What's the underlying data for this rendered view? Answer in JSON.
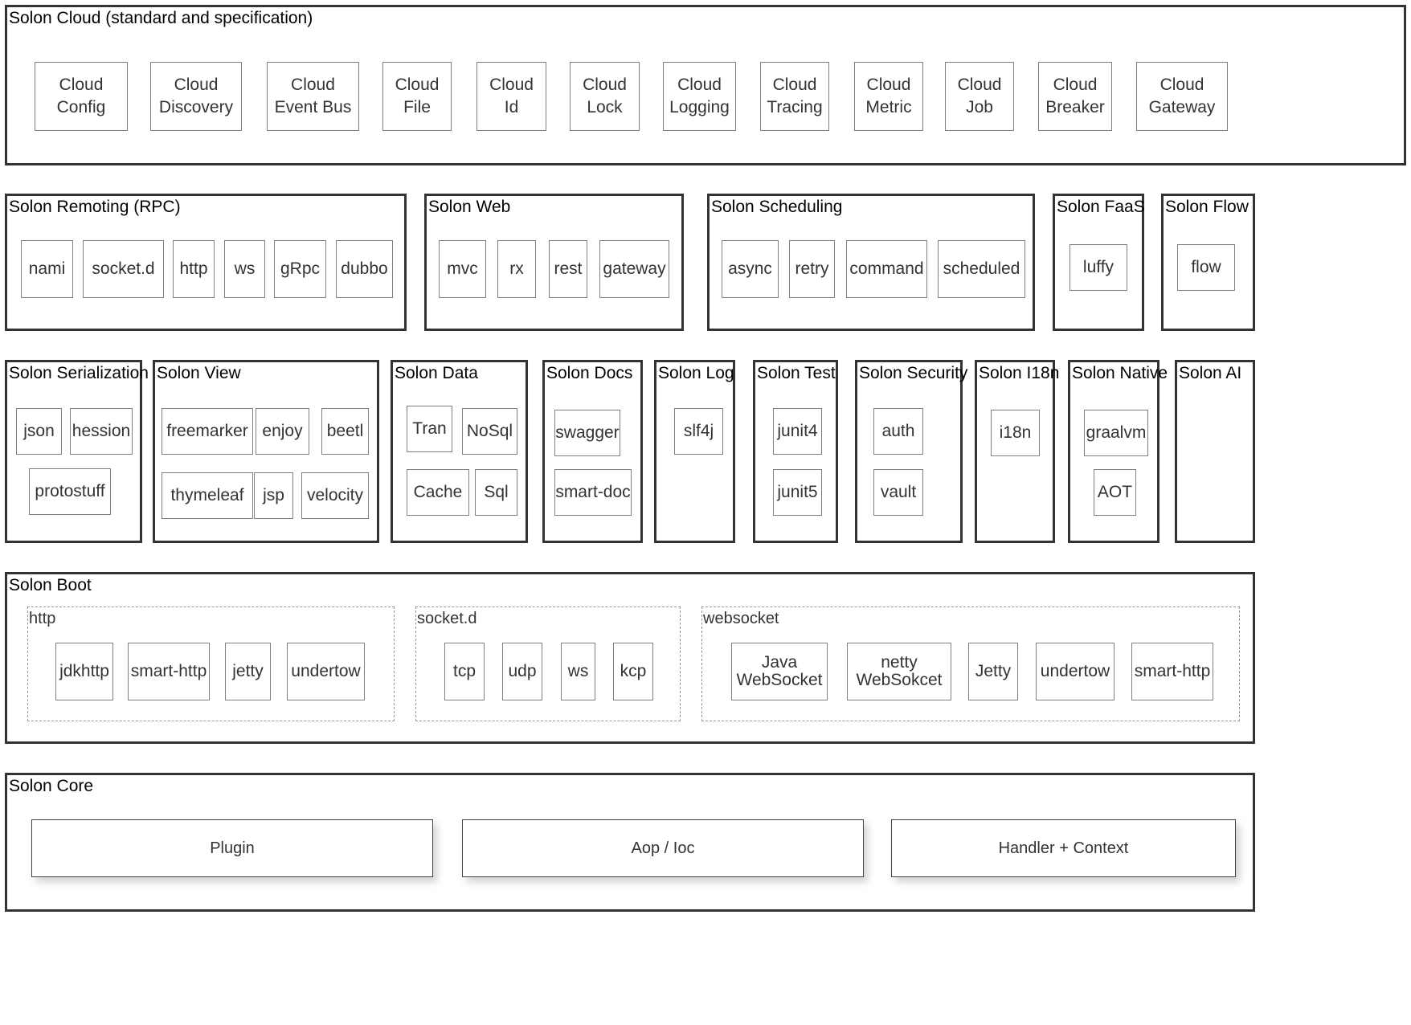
{
  "cloud": {
    "title": "Solon Cloud (standard and specification)",
    "items": [
      "Cloud\nConfig",
      "Cloud\nDiscovery",
      "Cloud\nEvent Bus",
      "Cloud\nFile",
      "Cloud\nId",
      "Cloud\nLock",
      "Cloud\nLogging",
      "Cloud\nTracing",
      "Cloud\nMetric",
      "Cloud\nJob",
      "Cloud\nBreaker",
      "Cloud\nGateway"
    ]
  },
  "remoting": {
    "title": "Solon Remoting (RPC)",
    "items": [
      "nami",
      "socket.d",
      "http",
      "ws",
      "gRpc",
      "dubbo"
    ]
  },
  "web": {
    "title": "Solon Web",
    "items": [
      "mvc",
      "rx",
      "rest",
      "gateway"
    ]
  },
  "scheduling": {
    "title": "Solon Scheduling",
    "items": [
      "async",
      "retry",
      "command",
      "scheduled"
    ]
  },
  "faas": {
    "title": "Solon FaaS",
    "items": [
      "luffy"
    ]
  },
  "flow": {
    "title": "Solon Flow",
    "items": [
      "flow"
    ]
  },
  "serialization": {
    "title": "Solon Serialization",
    "items": [
      "json",
      "hession",
      "protostuff"
    ]
  },
  "view": {
    "title": "Solon View",
    "items": [
      "freemarker",
      "enjoy",
      "beetl",
      "thymeleaf",
      "jsp",
      "velocity"
    ]
  },
  "data": {
    "title": "Solon Data",
    "items": [
      "Tran",
      "NoSql",
      "Cache",
      "Sql"
    ]
  },
  "docs": {
    "title": "Solon Docs",
    "items": [
      "swagger",
      "smart-doc"
    ]
  },
  "log": {
    "title": "Solon Log",
    "items": [
      "slf4j"
    ]
  },
  "test": {
    "title": "Solon Test",
    "items": [
      "junit4",
      "junit5"
    ]
  },
  "security": {
    "title": "Solon Security",
    "items": [
      "auth",
      "vault"
    ]
  },
  "i18n": {
    "title": "Solon I18n",
    "items": [
      "i18n"
    ]
  },
  "native": {
    "title": "Solon Native",
    "items": [
      "graalvm",
      "AOT"
    ]
  },
  "ai": {
    "title": "Solon AI"
  },
  "boot": {
    "title": "Solon Boot",
    "http": {
      "title": "http",
      "items": [
        "jdkhttp",
        "smart-http",
        "jetty",
        "undertow"
      ]
    },
    "socketd": {
      "title": "socket.d",
      "items": [
        "tcp",
        "udp",
        "ws",
        "kcp"
      ]
    },
    "websocket": {
      "title": "websocket",
      "items": [
        "Java\nWebSocket",
        "netty\nWebSokcet",
        "Jetty",
        "undertow",
        "smart-http"
      ]
    }
  },
  "core": {
    "title": "Solon Core",
    "items": [
      "Plugin",
      "Aop / Ioc",
      "Handler + Context"
    ]
  },
  "colors": {
    "section_border": "#333333",
    "box_border": "#7f7f7f",
    "dashed_border": "#999999",
    "box_text": "#333333"
  }
}
